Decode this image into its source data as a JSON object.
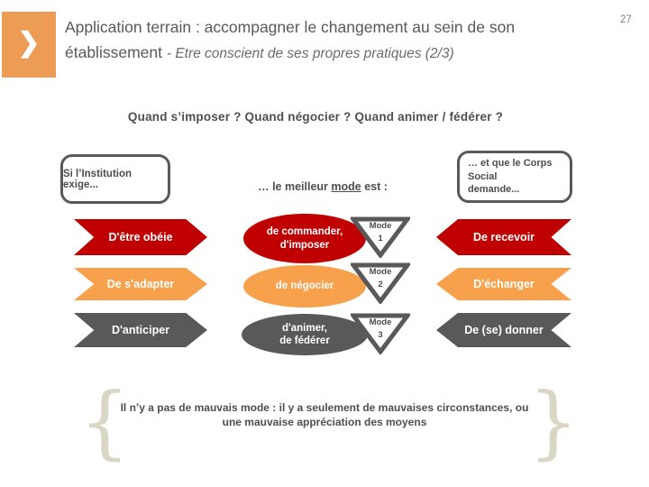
{
  "header": {
    "chevron_icon": "❯",
    "title_main": "Application terrain : accompagner le changement au sein de son établissement",
    "title_italic": "- Etre conscient de ses propres pratiques (2/3)",
    "page_number": "27"
  },
  "subtitle": "Quand s’imposer ? Quand négocier ? Quand animer / fédérer ?",
  "diagram": {
    "left_box": "Si l’Institution exige...",
    "mid_label_prefix": "… le meilleur ",
    "mid_label_underlined": "mode",
    "mid_label_suffix": " est :",
    "right_box_line1": "… et que le Corps Social",
    "right_box_line2": "demande..."
  },
  "rows": [
    {
      "left_label": "D'être obéie",
      "mode_lines": [
        "de commander,",
        "d'imposer"
      ],
      "mode_tag": "Mode",
      "mode_number": "1",
      "right_label": "De recevoir",
      "color": "#c00000"
    },
    {
      "left_label": "De s'adapter",
      "mode_lines": [
        "de négocier"
      ],
      "mode_tag": "Mode",
      "mode_number": "2",
      "right_label": "D'échanger",
      "color": "#f7a14c"
    },
    {
      "left_label": "D'anticiper",
      "mode_lines": [
        "d'animer,",
        "de fédérer"
      ],
      "mode_tag": "Mode",
      "mode_number": "3",
      "right_label": "De (se) donner",
      "color": "#595959"
    }
  ],
  "footer": {
    "brace_left": "{",
    "brace_right": "}",
    "lines": [
      "Il n’y a pas de mauvais mode : il y a seulement de mauvaises circonstances, ou",
      "une mauvaise appréciation des moyens"
    ]
  },
  "colors": {
    "header_orange": "#ec9c55",
    "red": "#c00000",
    "orange": "#f7a14c",
    "dark_gray": "#595959",
    "shape_border": "#595959",
    "brace_tan": "#dad6c6"
  }
}
